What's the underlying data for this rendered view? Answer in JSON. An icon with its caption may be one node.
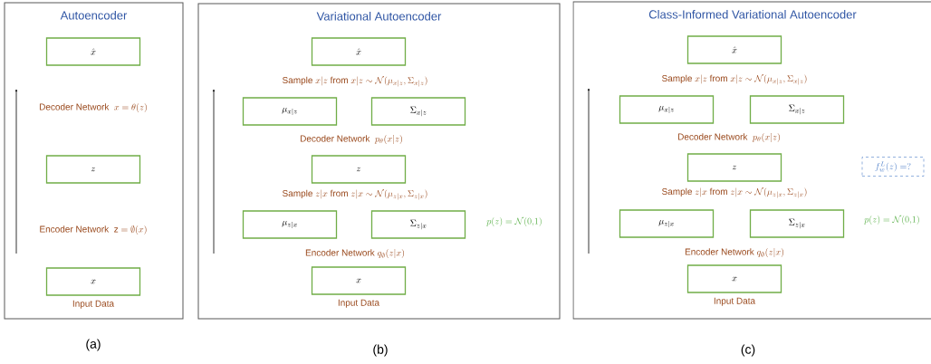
{
  "diagram": {
    "nodes": [
      {
        "text": [
          "Autoencoder"
        ]
      },
      {
        "text": [
          "\\hat{x}"
        ],
        "in": 0
      },
      {
        "text": [
          "z"
        ],
        "in": 0
      },
      {
        "text": [
          "x"
        ],
        "in": 0,
        "beside": [
          "Input Data"
        ]
      },
      {
        "text": [
          "Variational Autoencoder"
        ]
      },
      {
        "text": [
          "\\hat{x}"
        ],
        "in": 4
      },
      {
        "text": [
          "\\mu_{x|z}"
        ],
        "in": 4
      },
      {
        "text": [
          "\\Sigma_{x|z}"
        ],
        "in": 4
      },
      {
        "text": [
          "z"
        ],
        "in": 4
      },
      {
        "text": [
          "\\mu_{z|x}"
        ],
        "in": 4
      },
      {
        "text": [
          "\\Sigma_{z|x}"
        ],
        "in": 4
      },
      {
        "text": [
          "x"
        ],
        "in": 4,
        "beside": [
          "Input Data"
        ]
      },
      {
        "text": [
          "Class-Informed Variational Autoencoder"
        ]
      },
      {
        "text": [
          "\\hat{x}"
        ],
        "in": 12
      },
      {
        "text": [
          "\\mu_{x|z}"
        ],
        "in": 12
      },
      {
        "text": [
          "\\Sigma_{x|z}"
        ],
        "in": 12
      },
      {
        "text": [
          "z"
        ],
        "in": 12
      },
      {
        "text": [
          "\\mu_{z|x}"
        ],
        "in": 12
      },
      {
        "text": [
          "\\Sigma_{z|x}"
        ],
        "in": 12
      },
      {
        "text": [
          "x"
        ],
        "in": 12,
        "beside": [
          "Input Data"
        ]
      },
      {
        "text": [
          "f_w^L(z) = ?"
        ],
        "in": 12
      }
    ],
    "labels": [
      "\\text{Decoder Network }\\; x=\\theta(z)",
      "\\text{Encoder Network }\\; \\mathrm{z}=\\emptyset(x)",
      "\\text{Sample } x|z \\text{ from } x|z \\sim \\mathcal{N}(\\mu_{x|z},\\Sigma_{x|z})",
      "\\text{Decoder Network }\\; p_\\theta(x|z)",
      "\\text{Sample } z|x \\text{ from } z|x \\sim \\mathcal{N}(\\mu_{z|x},\\Sigma_{z|x})",
      "p(z) = \\mathcal{N}(0{,}1)",
      "\\text{Encoder Network } q_\\emptyset(z|x)",
      "\\text{Sample } x|z \\text{ from } x|z \\sim \\mathcal{N}(\\mu_{x|z},\\Sigma_{x|z})",
      "\\text{Decoder Network }\\; p_\\theta(x|z)",
      "\\text{Sample } z|x \\text{ from } z|x \\sim \\mathcal{N}(\\mu_{z|x},\\Sigma_{z|x})",
      "p(z) = \\mathcal{N}(0{,}1)",
      "\\text{Encoder Network } q_\\emptyset(z|x)",
      "(a)",
      "(b)",
      "(c)"
    ]
  }
}
